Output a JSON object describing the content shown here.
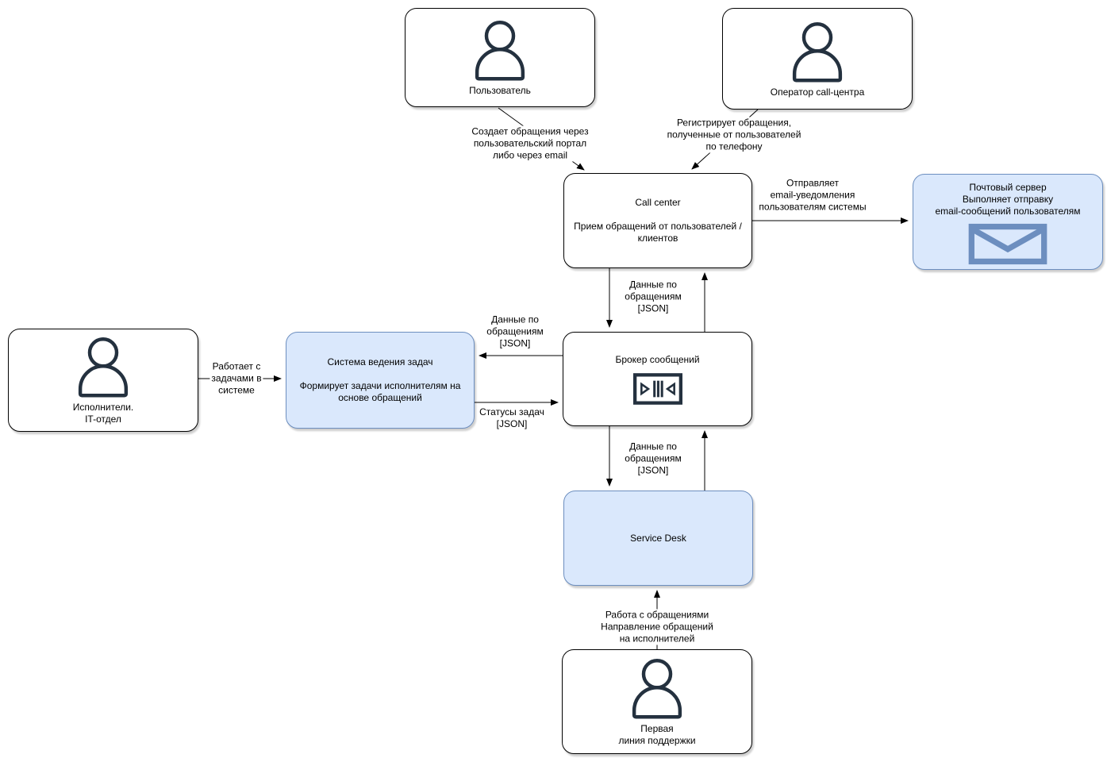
{
  "diagram": {
    "nodes": {
      "user": {
        "label": "Пользователь"
      },
      "operator": {
        "label": "Оператор call-центра"
      },
      "call_center": {
        "label": "Call center\n\nПрием обращений от пользователей / клиентов"
      },
      "mail_server": {
        "label": "Почтовый сервер\nВыполняет отправку\nemail-сообщений пользователям"
      },
      "broker": {
        "label": "Брокер сообщений"
      },
      "executors": {
        "label": "Исполнители.\nIT-отдел"
      },
      "task_system": {
        "label": "Система ведения задач\n\nФормирует задачи исполнителям на основе обращений"
      },
      "service_desk": {
        "label": "Service Desk"
      },
      "first_line": {
        "label": "Первая\nлиния поддержки"
      }
    },
    "edges": {
      "user_to_call_center": "Создает обращения через\nпользовательский портал\nлибо через email",
      "operator_to_call_center": "Регистрирует обращения,\nполученные от пользователей\nпо телефону",
      "call_center_to_mail_server": "Отправляет\nemail-уведомления\nпользователям системы",
      "call_center_broker": "Данные по\nобращениям\n[JSON]",
      "broker_to_task_system": "Данные по\nобращениям\n[JSON]",
      "task_system_to_broker": "Статусы задач\n[JSON]",
      "executors_to_task_system": "Работает с\nзадачами в\nсистеме",
      "broker_service_desk": "Данные по\nобращениям\n[JSON]",
      "first_line_to_service_desk": "Работа с обращениями\nНаправление обращений\nна исполнителей"
    },
    "icons": {
      "user": "user-icon",
      "operator": "user-icon",
      "executors": "user-icon",
      "first_line": "user-icon",
      "mail_server": "envelope-icon",
      "broker": "message-queue-icon"
    },
    "colors": {
      "box_fill_white": "#ffffff",
      "box_fill_blue": "#dae8fc",
      "box_border_blue": "#6c8ebf",
      "box_border_black": "#000000",
      "icon_dark": "#24313f",
      "icon_blue": "#6c8ebf",
      "arrow": "#000000"
    }
  }
}
